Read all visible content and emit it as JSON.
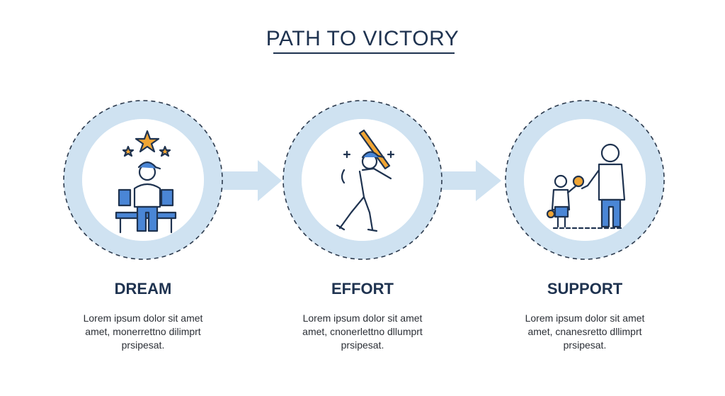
{
  "title": "PATH TO VICTORY",
  "colors": {
    "ring": "#cfe2f1",
    "dash": "#2d3b4e",
    "arrow": "#cfe2f1",
    "icon_blue": "#4a86d6",
    "star": "#f0a534",
    "dark": "#1f3350"
  },
  "steps": [
    {
      "title": "DREAM",
      "icon": "dreamer-on-bench-icon",
      "description": [
        "Lorem ipsum dolor sit amet",
        "amet, monerrettno dilimprt",
        "prsipesat."
      ]
    },
    {
      "title": "EFFORT",
      "icon": "batter-swinging-icon",
      "description": [
        "Lorem ipsum dolor sit amet",
        "amet, cnonerlettno dllumprt",
        "prsipesat."
      ]
    },
    {
      "title": "SUPPORT",
      "icon": "coach-and-child-icon",
      "description": [
        "Lorem ipsum dolor  sit amet",
        "amet, cnanesretto dllimprt",
        "prsipesat."
      ]
    }
  ]
}
